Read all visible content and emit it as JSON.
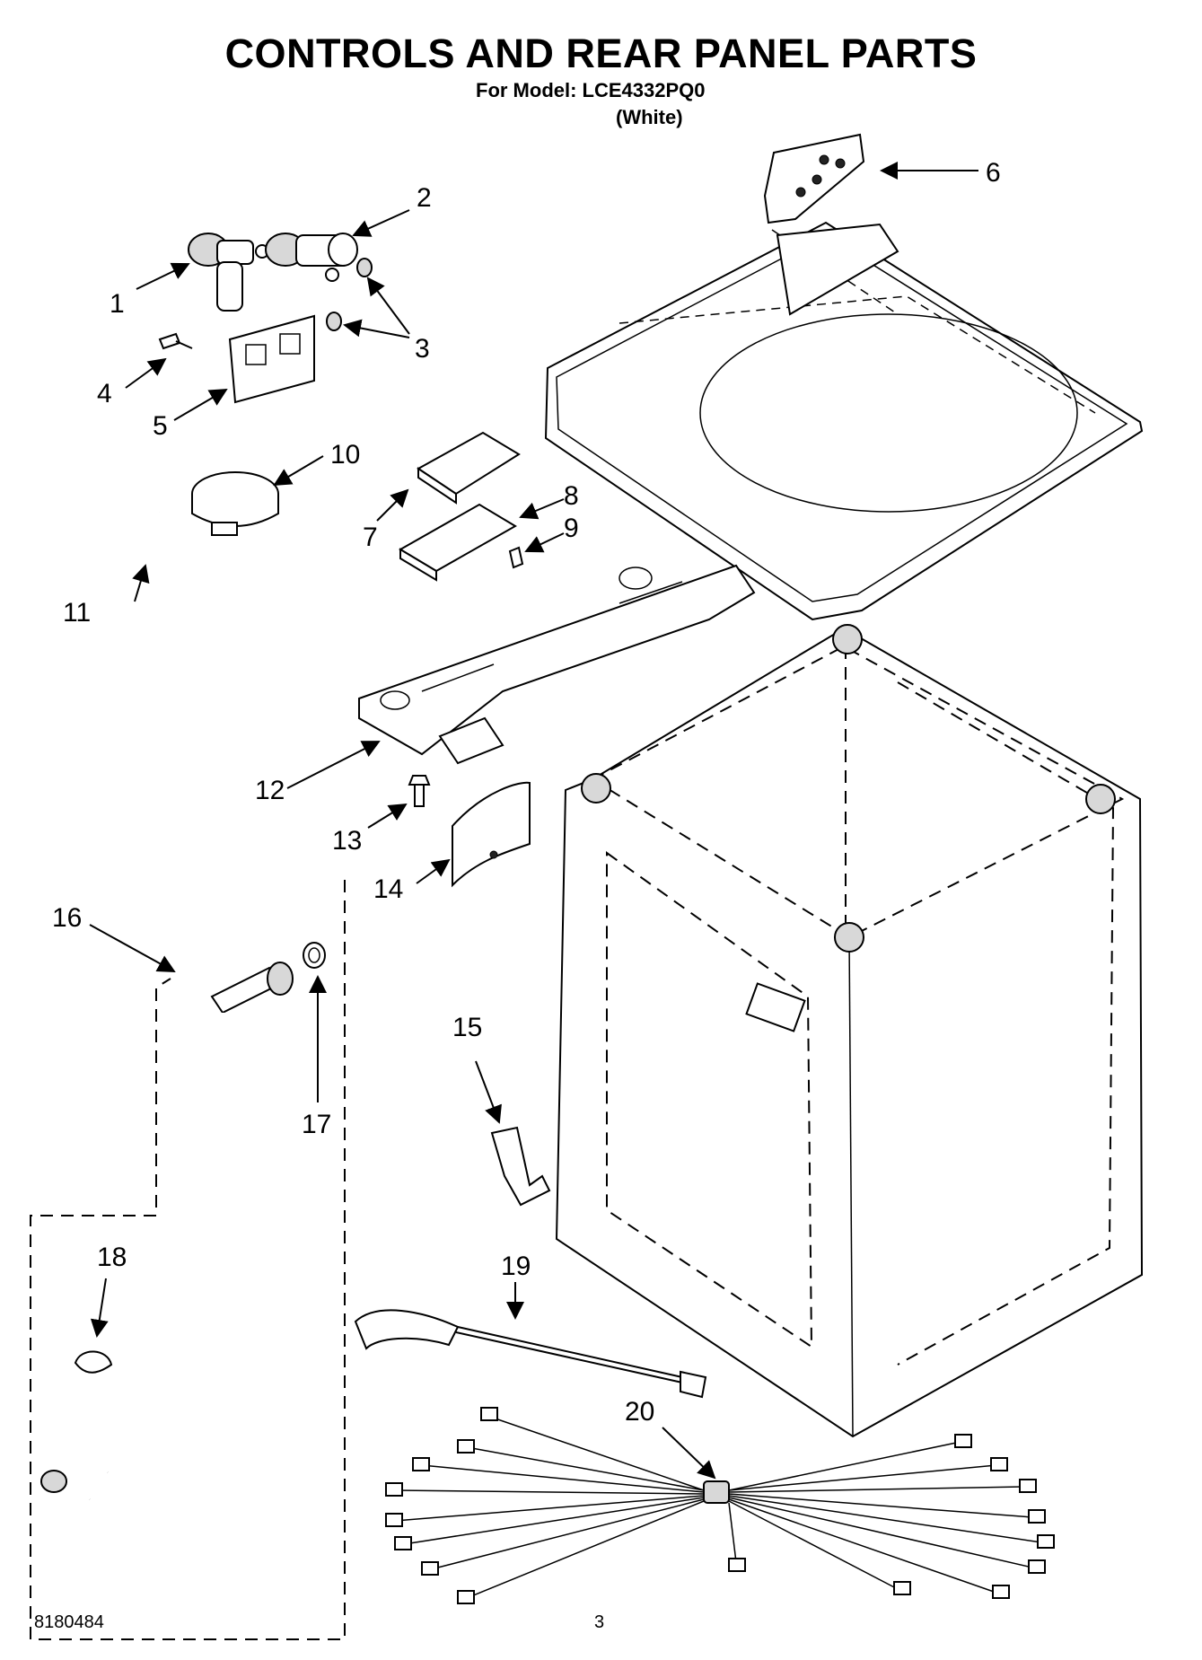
{
  "header": {
    "title": "CONTROLS AND REAR PANEL PARTS",
    "model_line": "For Model: LCE4332PQ0",
    "variant": "(White)"
  },
  "footer": {
    "doc_number": "8180484",
    "page_number": "3"
  },
  "callouts": [
    "1",
    "2",
    "3",
    "4",
    "5",
    "6",
    "7",
    "8",
    "9",
    "10",
    "11",
    "12",
    "13",
    "14",
    "15",
    "16",
    "17",
    "18",
    "19",
    "20"
  ]
}
